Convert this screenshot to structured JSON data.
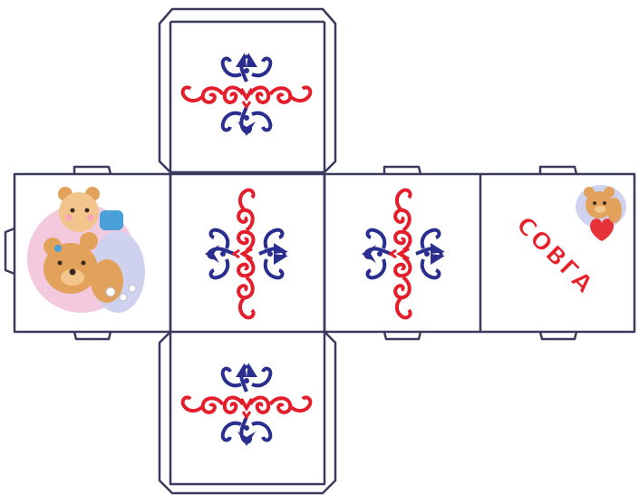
{
  "colors": {
    "outline": "#3b3a5e",
    "ornament_red": "#e41e2b",
    "ornament_blue": "#2a2f8f",
    "label_red": "#e8202a",
    "bear_fur": "#e3a25c",
    "bear_light": "#f2c58d",
    "blush": "#f7a9b6",
    "shirt_blue": "#4aa0d8",
    "splash_pink": "#f3c9de",
    "splash_lilac": "#cfd2ee",
    "heart_red": "#e8323a"
  },
  "faces": {
    "top": {
      "content": "ornament"
    },
    "left": {
      "content": "two-bears-illustration"
    },
    "center": {
      "content": "ornament"
    },
    "right_middle": {
      "content": "ornament"
    },
    "far_right": {
      "content": "bear-with-heart-illustration",
      "label": "СОВГА"
    },
    "bottom": {
      "content": "ornament"
    }
  }
}
